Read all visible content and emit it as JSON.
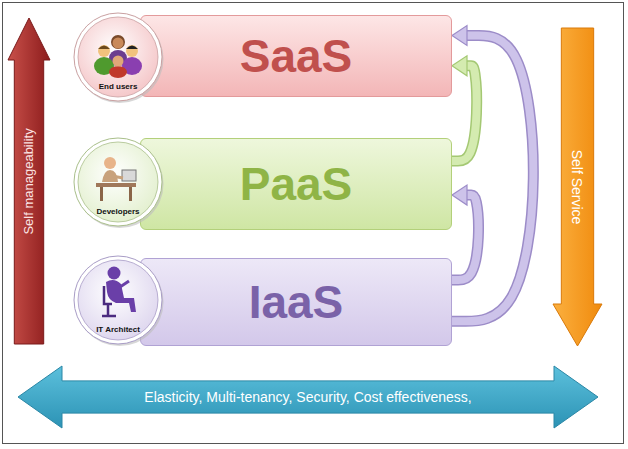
{
  "diagram": {
    "nodes": [
      {
        "text": [
          "Self manageability"
        ]
      },
      {
        "text": [
          "End users"
        ]
      },
      {
        "text": [
          "SaaS"
        ]
      },
      {
        "text": [
          "Developers"
        ]
      },
      {
        "text": [
          "PaaS"
        ]
      },
      {
        "text": [
          "IT Architect"
        ]
      },
      {
        "text": [
          "IaaS"
        ]
      },
      {
        "text": [
          "Self Service"
        ]
      },
      {
        "text": [
          "Elasticity, Multi-tenancy, Security, Cost effectiveness,"
        ]
      }
    ],
    "edges": [
      {
        "from": 6,
        "to": 4,
        "arrow": "to"
      },
      {
        "from": 6,
        "to": 2,
        "arrow": "to"
      },
      {
        "from": 4,
        "to": 2,
        "arrow": "to"
      }
    ]
  }
}
